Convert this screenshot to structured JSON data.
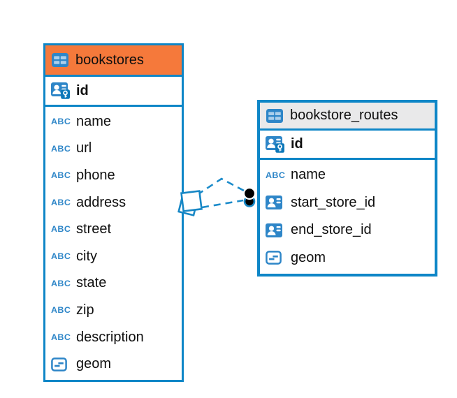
{
  "diagram": {
    "background": "#ffffff",
    "accent_blue": "#0e86c7",
    "dash_blue": "#1b8bca",
    "icon_blue": "#2e86c8"
  },
  "icons": {
    "text_type_label": "ABC"
  },
  "tables": [
    {
      "title": "bookstores",
      "header_color": "#f5793b",
      "pk": {
        "name": "id",
        "type": "primary-key"
      },
      "columns": [
        {
          "name": "name",
          "type": "text"
        },
        {
          "name": "url",
          "type": "text"
        },
        {
          "name": "phone",
          "type": "text"
        },
        {
          "name": "address",
          "type": "text"
        },
        {
          "name": "street",
          "type": "text"
        },
        {
          "name": "city",
          "type": "text"
        },
        {
          "name": "state",
          "type": "text"
        },
        {
          "name": "zip",
          "type": "text"
        },
        {
          "name": "description",
          "type": "text"
        },
        {
          "name": "geom",
          "type": "geometry"
        }
      ]
    },
    {
      "title": "bookstore_routes",
      "header_color": "#e9e9ea",
      "pk": {
        "name": "id",
        "type": "primary-key"
      },
      "columns": [
        {
          "name": "name",
          "type": "text"
        },
        {
          "name": "start_store_id",
          "type": "reference"
        },
        {
          "name": "end_store_id",
          "type": "reference"
        },
        {
          "name": "geom",
          "type": "geometry"
        }
      ]
    }
  ],
  "relationship": {
    "from_table": "bookstore_routes",
    "to_table": "bookstores",
    "line_style": "dashed",
    "line_count": 2
  }
}
